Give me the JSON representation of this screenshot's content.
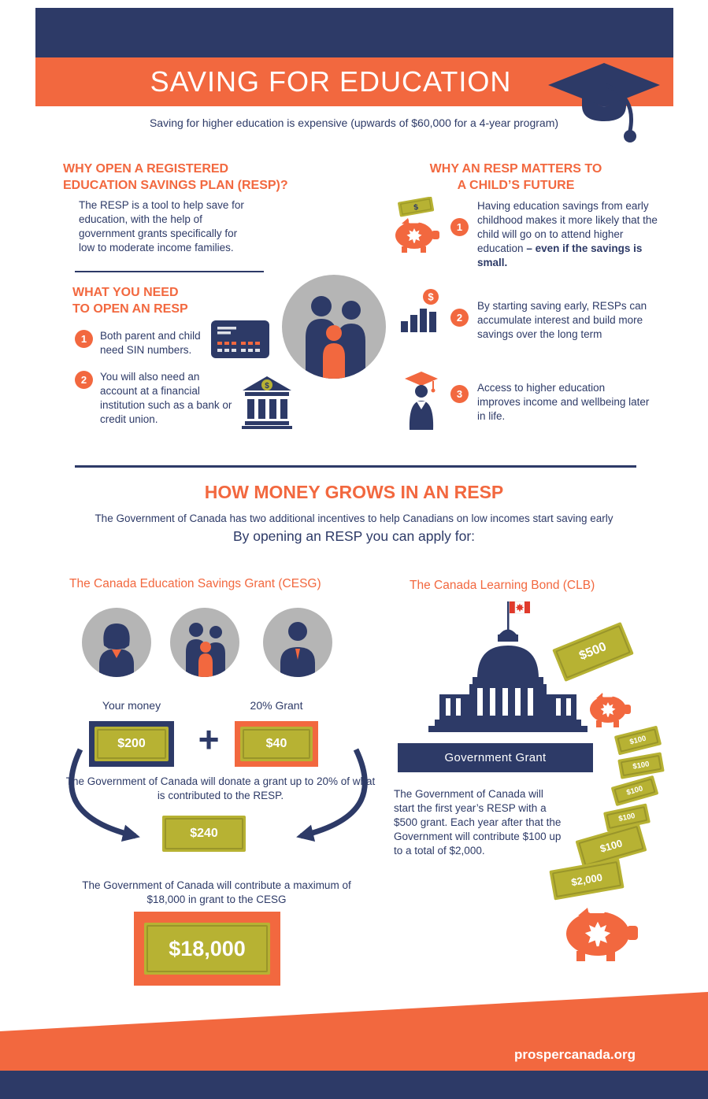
{
  "colors": {
    "navy": "#2d3a67",
    "orange": "#f2683f",
    "olive": "#b7b233",
    "gray": "#b5b5b5",
    "flag_red": "#e03a2b"
  },
  "icons": {
    "dollar": "$"
  },
  "header": {
    "title": "SAVING FOR EDUCATION",
    "subtitle": "Saving for higher education is expensive (upwards of $60,000 for a 4-year program)"
  },
  "why_open": {
    "heading_line1": "WHY OPEN A REGISTERED",
    "heading_line2": "EDUCATION SAVINGS PLAN (RESP)?",
    "body": "The RESP is a tool to help save for education, with the help of government grants specifically for low to moderate income families."
  },
  "what_you_need": {
    "heading_line1": "WHAT YOU NEED",
    "heading_line2": "TO OPEN AN RESP",
    "items": [
      {
        "num": "1",
        "text": "Both parent and child need SIN numbers."
      },
      {
        "num": "2",
        "text": "You will also need an account at a financial institution such as a bank or credit union."
      }
    ]
  },
  "why_matters": {
    "heading_line1": "WHY AN RESP MATTERS TO",
    "heading_line2": "A CHILD’S FUTURE",
    "items": [
      {
        "num": "1",
        "text": "Having education savings from early childhood makes it more likely that the child will go on to attend higher education ",
        "bold": "– even if the savings is small."
      },
      {
        "num": "2",
        "text": "By starting saving early, RESPs can accumulate interest and build more savings over the long term",
        "bold": ""
      },
      {
        "num": "3",
        "text": "Access to higher education improves income and wellbeing later in life.",
        "bold": ""
      }
    ]
  },
  "how_money_grows": {
    "heading": "HOW MONEY GROWS IN AN RESP",
    "line1": "The Government of Canada has two additional incentives to help Canadians on low incomes start saving early",
    "line2": "By opening an RESP you can apply for:"
  },
  "cesg": {
    "heading": "The Canada Education Savings Grant (CESG)",
    "your_money_label": "Your money",
    "grant_label": "20% Grant",
    "contribution": "$200",
    "plus": "+",
    "grant": "$40",
    "donate_text": "The Government of Canada will donate a grant up to 20% of what is contributed to the RESP.",
    "total": "$240",
    "max_text": "The Government of Canada will contribute a maximum of $18,000 in grant to the CESG",
    "max_amount": "$18,000"
  },
  "clb": {
    "heading": "The Canada Learning Bond (CLB)",
    "building_label": "Government Grant",
    "first_grant": "$500",
    "yearly_bills": [
      "$100",
      "$100",
      "$100",
      "$100",
      "$100"
    ],
    "total_amount": "$2,000",
    "body": "The Government of Canada will start the first year’s RESP with a $500 grant. Each year after that the Government will contribute $100 up to a total of $2,000."
  },
  "footer": {
    "url": "prospercanada.org"
  }
}
